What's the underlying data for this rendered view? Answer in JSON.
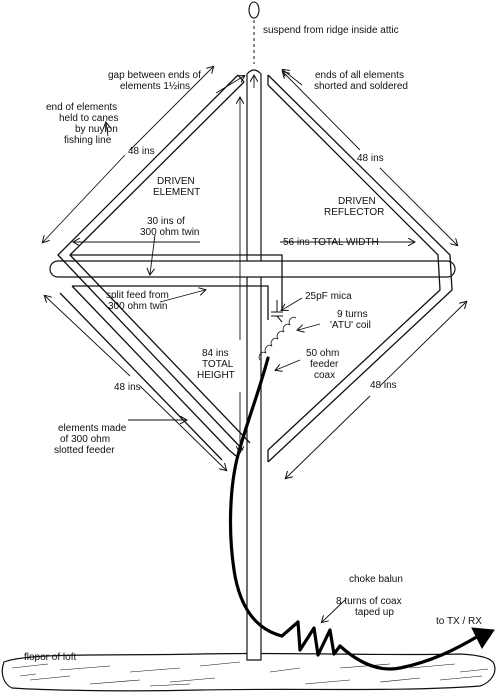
{
  "labels": {
    "suspend": "suspend from ridge inside attic",
    "gap_line1": "gap between ends of",
    "gap_line2": "elements 1½ins",
    "ends_shorted_line1": "ends of all elements",
    "ends_shorted_line2": "shorted and soldered",
    "held_line1": "end of elements",
    "held_line2": "held to canes",
    "held_line3": "by nuylon",
    "held_line4": "fishing line",
    "len_ul": "48 ins",
    "len_ur": "48 ins",
    "len_ll": "48 ins",
    "len_lr": "48 ins",
    "driven_element_line1": "DRIVEN",
    "driven_element_line2": "ELEMENT",
    "driven_reflector_line1": "DRIVEN",
    "driven_reflector_line2": "REFLECTOR",
    "twin30_line1": "30 ins of",
    "twin30_line2": "300 ohm twin",
    "total_width": "56 ins TOTAL WIDTH",
    "split_feed_line1": "split feed from",
    "split_feed_line2": "300 ohm twin",
    "mica": "25pF mica",
    "coil_line1": "9 turns",
    "coil_line2": "'ATU' coil",
    "height_line1": "84 ins",
    "height_line2": "TOTAL",
    "height_line3": "HEIGHT",
    "feeder_line1": "50 ohm",
    "feeder_line2": "feeder",
    "feeder_line3": "coax",
    "elements_made_line1": "elements made",
    "elements_made_line2": "of 300 ohm",
    "elements_made_line3": "slotted feeder",
    "choke": "choke balun",
    "turns_line1": "8 turns of coax",
    "turns_line2": "taped up",
    "tx_rx": "to TX / RX",
    "floor": "flopor of loft"
  }
}
